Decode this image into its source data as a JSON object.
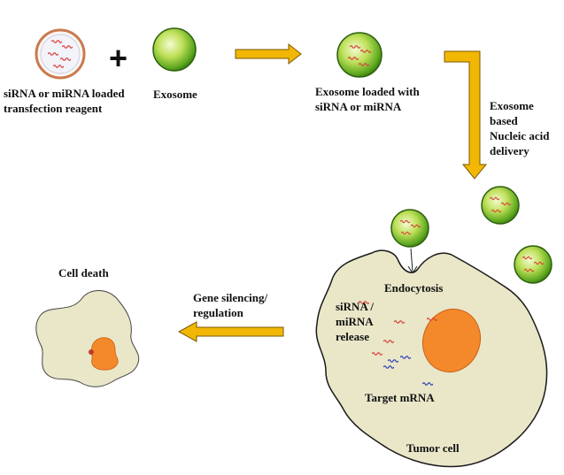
{
  "labels": {
    "reagent_line1": "siRNA or miRNA loaded",
    "reagent_line2": "transfection reagent",
    "exosome": "Exosome",
    "loaded_line1": "Exosome loaded with",
    "loaded_line2": "siRNA or miRNA",
    "delivery_line1": "Exosome",
    "delivery_line2": "based",
    "delivery_line3": "Nucleic acid",
    "delivery_line4": "delivery",
    "endocytosis": "Endocytosis",
    "release_line1": "siRNA /",
    "release_line2": "miRNA",
    "release_line3": "release",
    "target_mrna": "Target mRNA",
    "tumor_cell": "Tumor cell",
    "silencing_line1": "Gene silencing/",
    "silencing_line2": "regulation",
    "cell_death": "Cell death",
    "plus": "+"
  },
  "colors": {
    "arrow_fill": "#f2b705",
    "arrow_stroke": "#7a5a00",
    "cell_fill": "#e9e7c8",
    "nucleus": "#f4892b",
    "exosome_center": "#eaf5b0",
    "exosome_edge": "#4a9a16",
    "sirna": "#d8403a",
    "mrna": "#2d3fb8",
    "reagent_ring": "#c97a4e"
  }
}
